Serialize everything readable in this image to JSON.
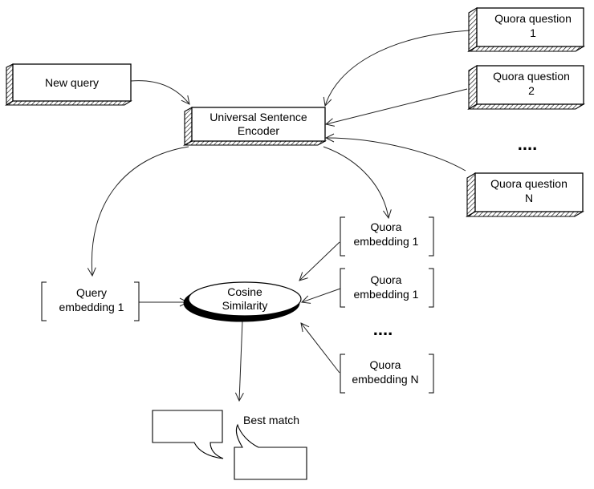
{
  "nodes": {
    "new_query": "New query",
    "encoder_line1": "Universal Sentence",
    "encoder_line2": "Encoder",
    "quora_q1_line1": "Quora question",
    "quora_q1_line2": "1",
    "quora_q2_line1": "Quora question",
    "quora_q2_line2": "2",
    "questions_ellipsis": "....",
    "quora_qn_line1": "Quora question",
    "quora_qn_line2": "N",
    "quora_emb1a_line1": "Quora",
    "quora_emb1a_line2": "embedding 1",
    "quora_emb1b_line1": "Quora",
    "quora_emb1b_line2": "embedding 1",
    "embeddings_ellipsis": "....",
    "quora_embn_line1": "Quora",
    "quora_embn_line2": "embedding N",
    "query_emb_line1": "Query",
    "query_emb_line2": "embedding 1",
    "cosine_line1": "Cosine",
    "cosine_line2": "Similarity",
    "best_match": "Best match"
  }
}
